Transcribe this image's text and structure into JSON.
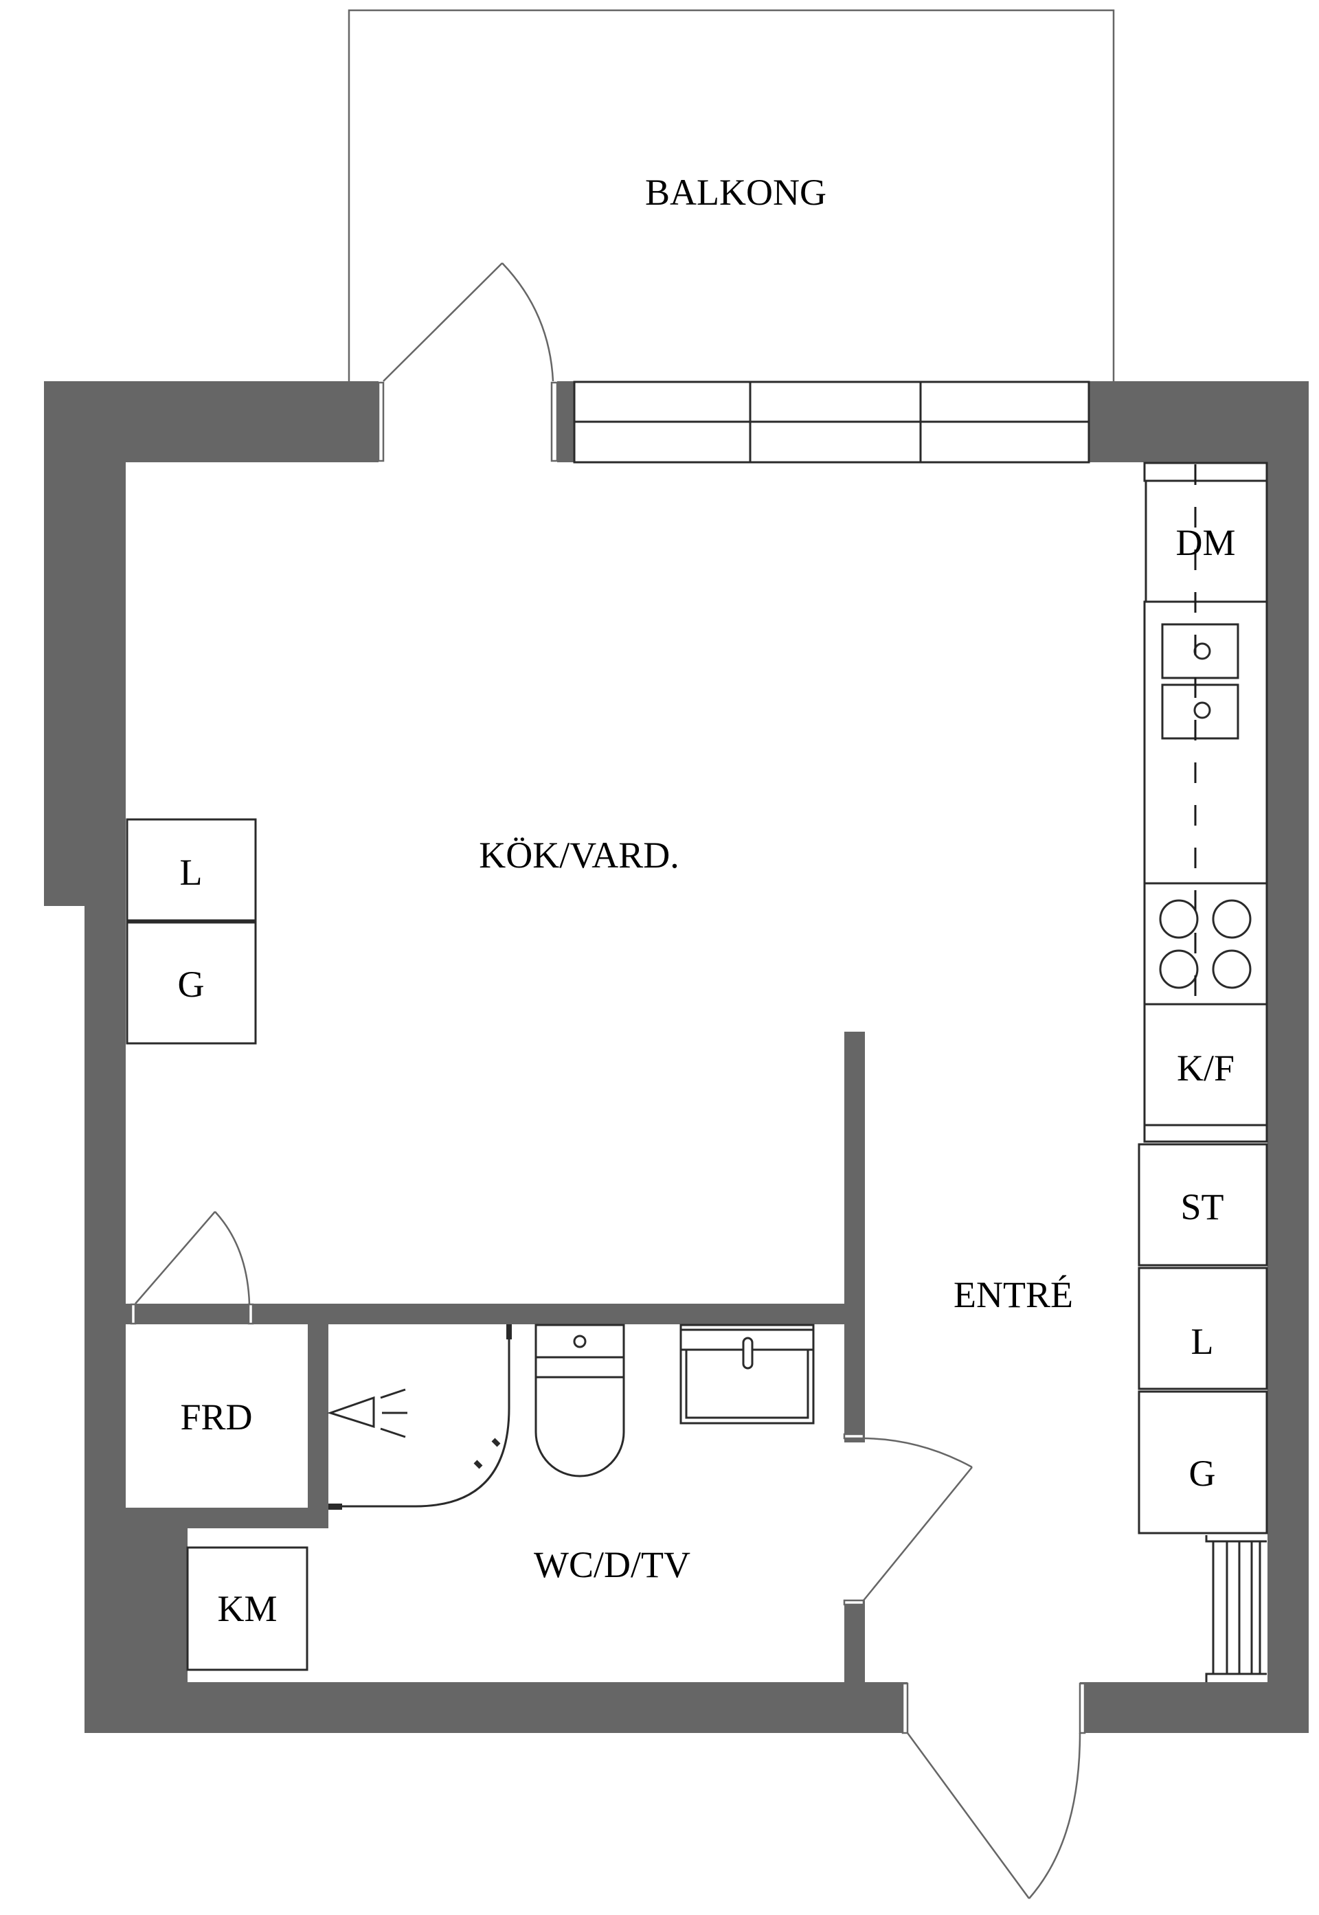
{
  "floor_plan": {
    "rooms": {
      "balcony": "BALKONG",
      "kitchen_living": "KÖK/VARD.",
      "entrance": "ENTRÉ",
      "bathroom": "WC/D/TV",
      "storage": "FRD"
    },
    "appliances": {
      "dishwasher": "DM",
      "fridge_freezer": "K/F",
      "cabinet": "ST",
      "wardrobe_l_right": "L",
      "wardrobe_g_right": "G",
      "wardrobe_l_left": "L",
      "wardrobe_g_left": "G",
      "washing_machine": "KM"
    },
    "colors": {
      "wall": "#666666",
      "fixture_line": "#2a2a2a",
      "background": "#ffffff"
    }
  }
}
